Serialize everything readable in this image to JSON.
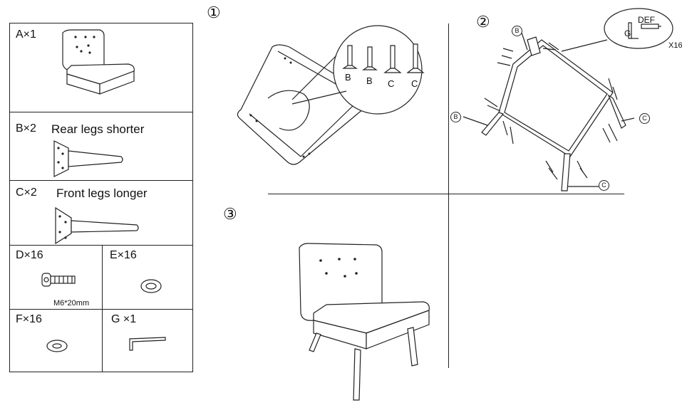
{
  "parts": {
    "a": {
      "code": "A×1"
    },
    "b": {
      "code": "B×2",
      "desc": "Rear legs shorter"
    },
    "c": {
      "code": "C×2",
      "desc": "Front legs longer"
    },
    "d": {
      "code": "D×16",
      "spec": "M6*20mm"
    },
    "e": {
      "code": "E×16"
    },
    "f": {
      "code": "F×16"
    },
    "g": {
      "code": "G ×1"
    }
  },
  "steps": {
    "s1": {
      "number": "①",
      "legs": [
        "B",
        "B",
        "C",
        "C"
      ]
    },
    "s2": {
      "number": "②",
      "callout_def": "DEF",
      "callout_g": "G",
      "callout_qty": "X16",
      "label_b": "B",
      "label_c": "C"
    },
    "s3": {
      "number": "③"
    }
  }
}
